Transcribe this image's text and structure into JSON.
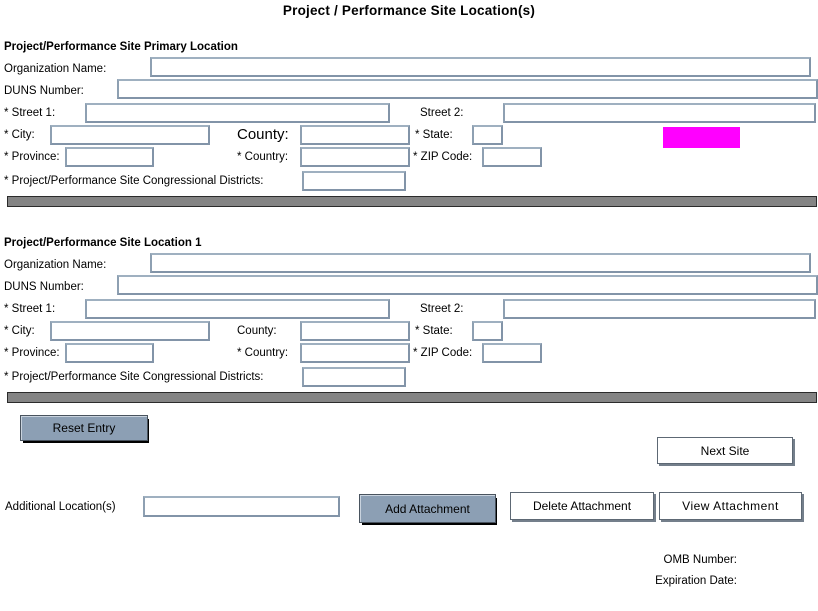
{
  "page": {
    "title": "Project / Performance Site Location(s)"
  },
  "sections": [
    {
      "header": "Project/Performance Site Primary Location",
      "labels": {
        "organization_name": "Organization Name:",
        "duns_number": "DUNS Number:",
        "street1": "* Street 1:",
        "street2": "Street 2:",
        "city": "* City:",
        "county": "County:",
        "state": "* State:",
        "province": "* Province:",
        "country": "* Country:",
        "zip_code": "* ZIP Code:",
        "congressional_districts": "* Project/Performance Site Congressional Districts:"
      },
      "values": {
        "organization_name": "",
        "duns_number": "",
        "street1": "",
        "street2": "",
        "city": "",
        "county": "",
        "state": "",
        "province": "",
        "country": "",
        "zip_code": "",
        "congressional_districts": ""
      }
    },
    {
      "header": "Project/Performance Site Location 1",
      "labels": {
        "organization_name": "Organization Name:",
        "duns_number": "DUNS Number:",
        "street1": "* Street 1:",
        "street2": "Street 2:",
        "city": "* City:",
        "county": "County:",
        "state": "* State:",
        "province": "* Province:",
        "country": "* Country:",
        "zip_code": "* ZIP Code:",
        "congressional_districts": "* Project/Performance Site Congressional Districts:"
      },
      "values": {
        "organization_name": "",
        "duns_number": "",
        "street1": "",
        "street2": "",
        "city": "",
        "county": "",
        "state": "",
        "province": "",
        "country": "",
        "zip_code": "",
        "congressional_districts": ""
      }
    }
  ],
  "actions": {
    "reset_entry": "Reset Entry",
    "next_site": "Next Site",
    "add_attachment": "Add Attachment",
    "delete_attachment": "Delete Attachment",
    "view_attachment": "View Attachment"
  },
  "additional_locations": {
    "label": "Additional Location(s)",
    "value": ""
  },
  "footer": {
    "omb_number": "OMB Number:",
    "expiration_date": "Expiration Date:"
  },
  "colors": {
    "button_accent": "#8c9fb4",
    "input_border": "#8294a8",
    "divider_gray": "#848484",
    "highlight_magenta": "#ff00ff"
  }
}
